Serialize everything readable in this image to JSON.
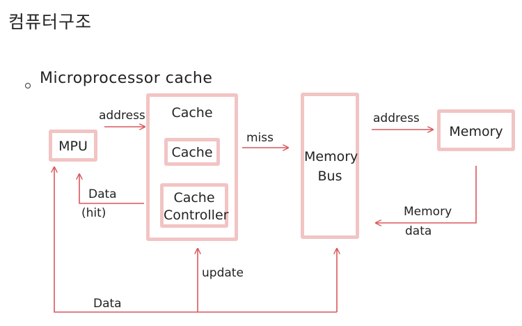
{
  "title": "컴퓨터구조",
  "bullet": "Microprocessor cache",
  "nodes": {
    "mpu": "MPU",
    "cache_outer": "Cache",
    "cache_inner": "Cache",
    "cache_controller_1": "Cache",
    "cache_controller_2": "Controller",
    "memory_bus_1": "Memory",
    "memory_bus_2": "Bus",
    "memory": "Memory"
  },
  "edges": {
    "mpu_to_cache": "address",
    "cache_to_mpu_1": "Data",
    "cache_to_mpu_2": "(hit)",
    "cache_to_bus": "miss",
    "bus_to_memory": "address",
    "memory_to_bus_1": "Memory",
    "memory_to_bus_2": "data",
    "update": "update",
    "data_bottom": "Data"
  },
  "colors": {
    "box_border": "#f2c4c4",
    "arrow": "#d9575b",
    "text": "#222222"
  }
}
